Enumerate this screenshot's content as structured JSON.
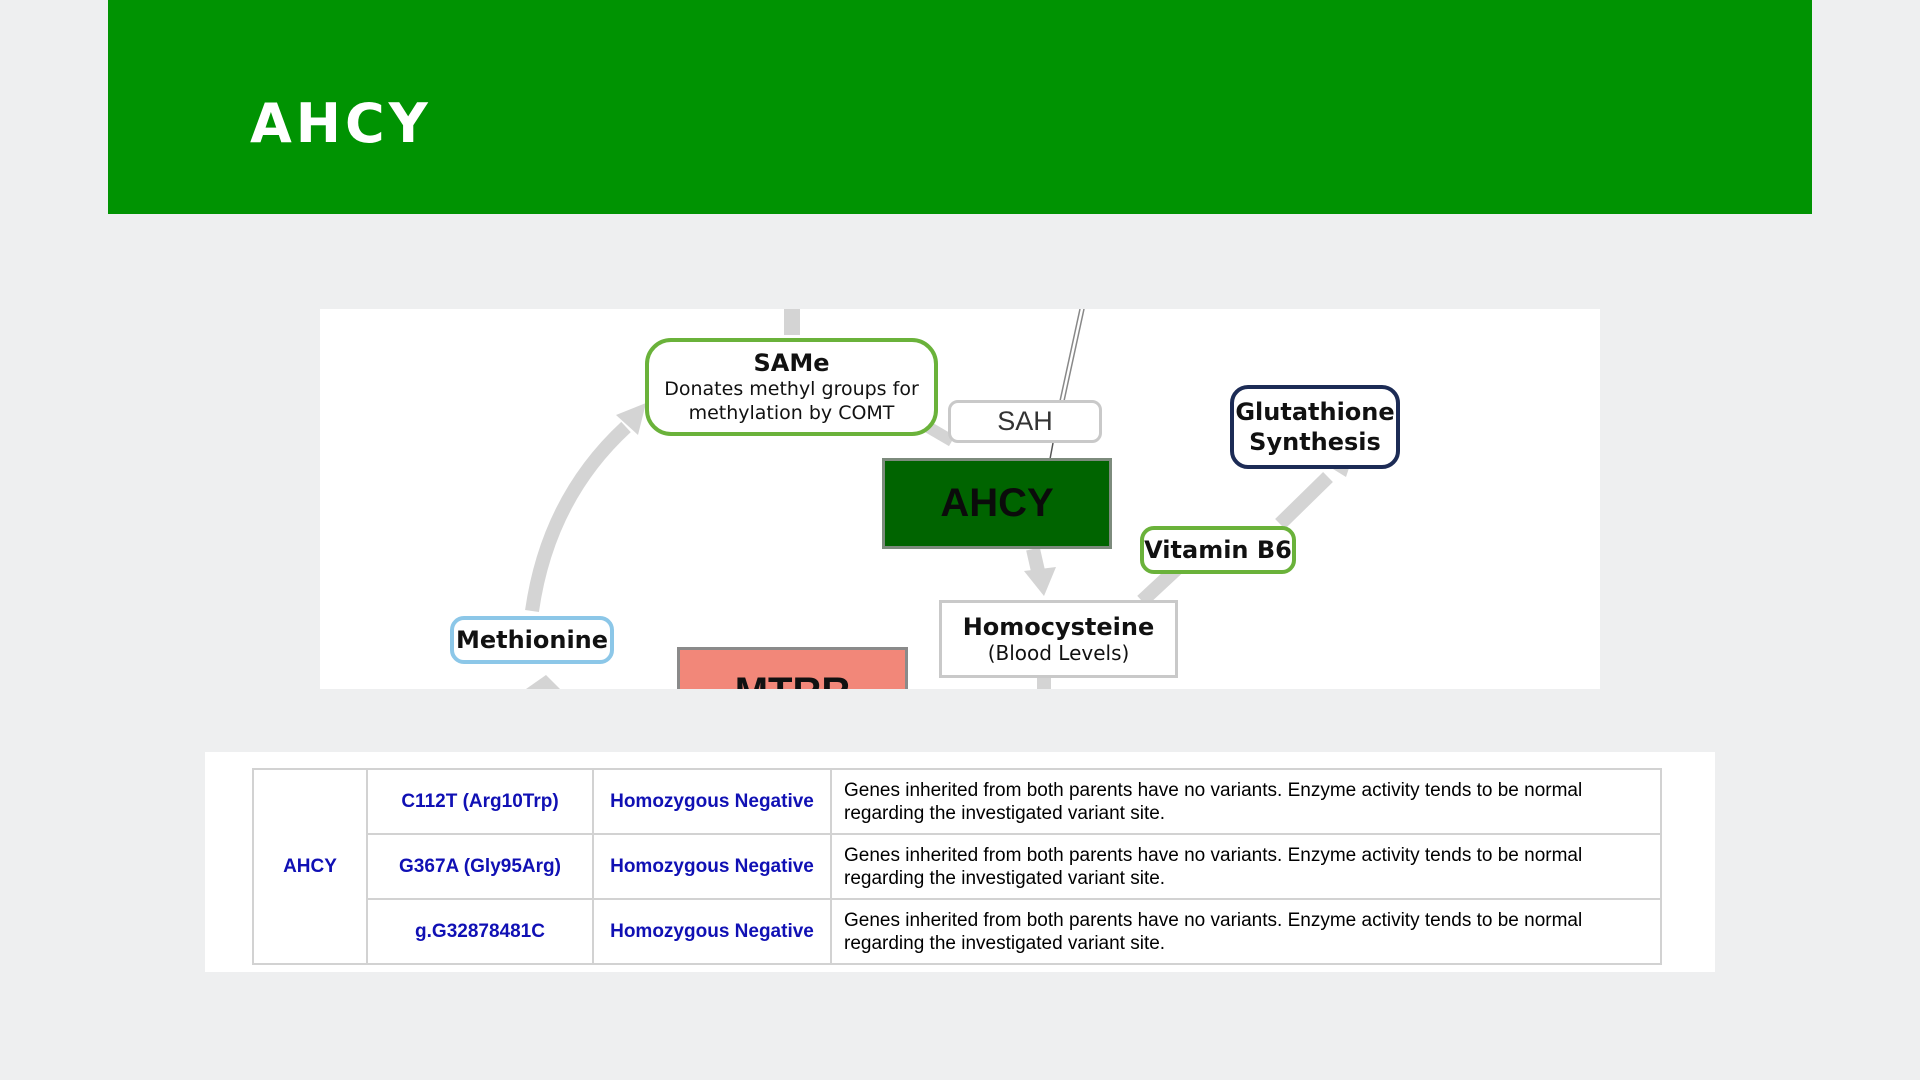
{
  "header": {
    "title": "AHCY",
    "bg_color": "#009302"
  },
  "diagram": {
    "nodes": {
      "same_title": "SAMe",
      "same_desc_1": "Donates methyl groups for",
      "same_desc_2": "methylation by COMT",
      "sah": "SAH",
      "ahcy": "AHCY",
      "glutathione_1": "Glutathione",
      "glutathione_2": "Synthesis",
      "vitamin_b6": "Vitamin B6",
      "homocysteine": "Homocysteine",
      "homocysteine_sub": "(Blood Levels)",
      "methionine": "Methionine",
      "mtrr": "MTRR"
    }
  },
  "table": {
    "gene": "AHCY",
    "rows": [
      {
        "variant": "C112T (Arg10Trp)",
        "result": "Homozygous Negative",
        "description": "Genes inherited from both parents have no variants. Enzyme activity tends to be normal regarding the investigated variant site."
      },
      {
        "variant": "G367A (Gly95Arg)",
        "result": "Homozygous Negative",
        "description": "Genes inherited from both parents have no variants. Enzyme activity tends to be normal regarding the investigated variant site."
      },
      {
        "variant": "g.G32878481C",
        "result": "Homozygous Negative",
        "description": "Genes inherited from both parents have no variants. Enzyme activity tends to be normal regarding the investigated variant site."
      }
    ]
  }
}
